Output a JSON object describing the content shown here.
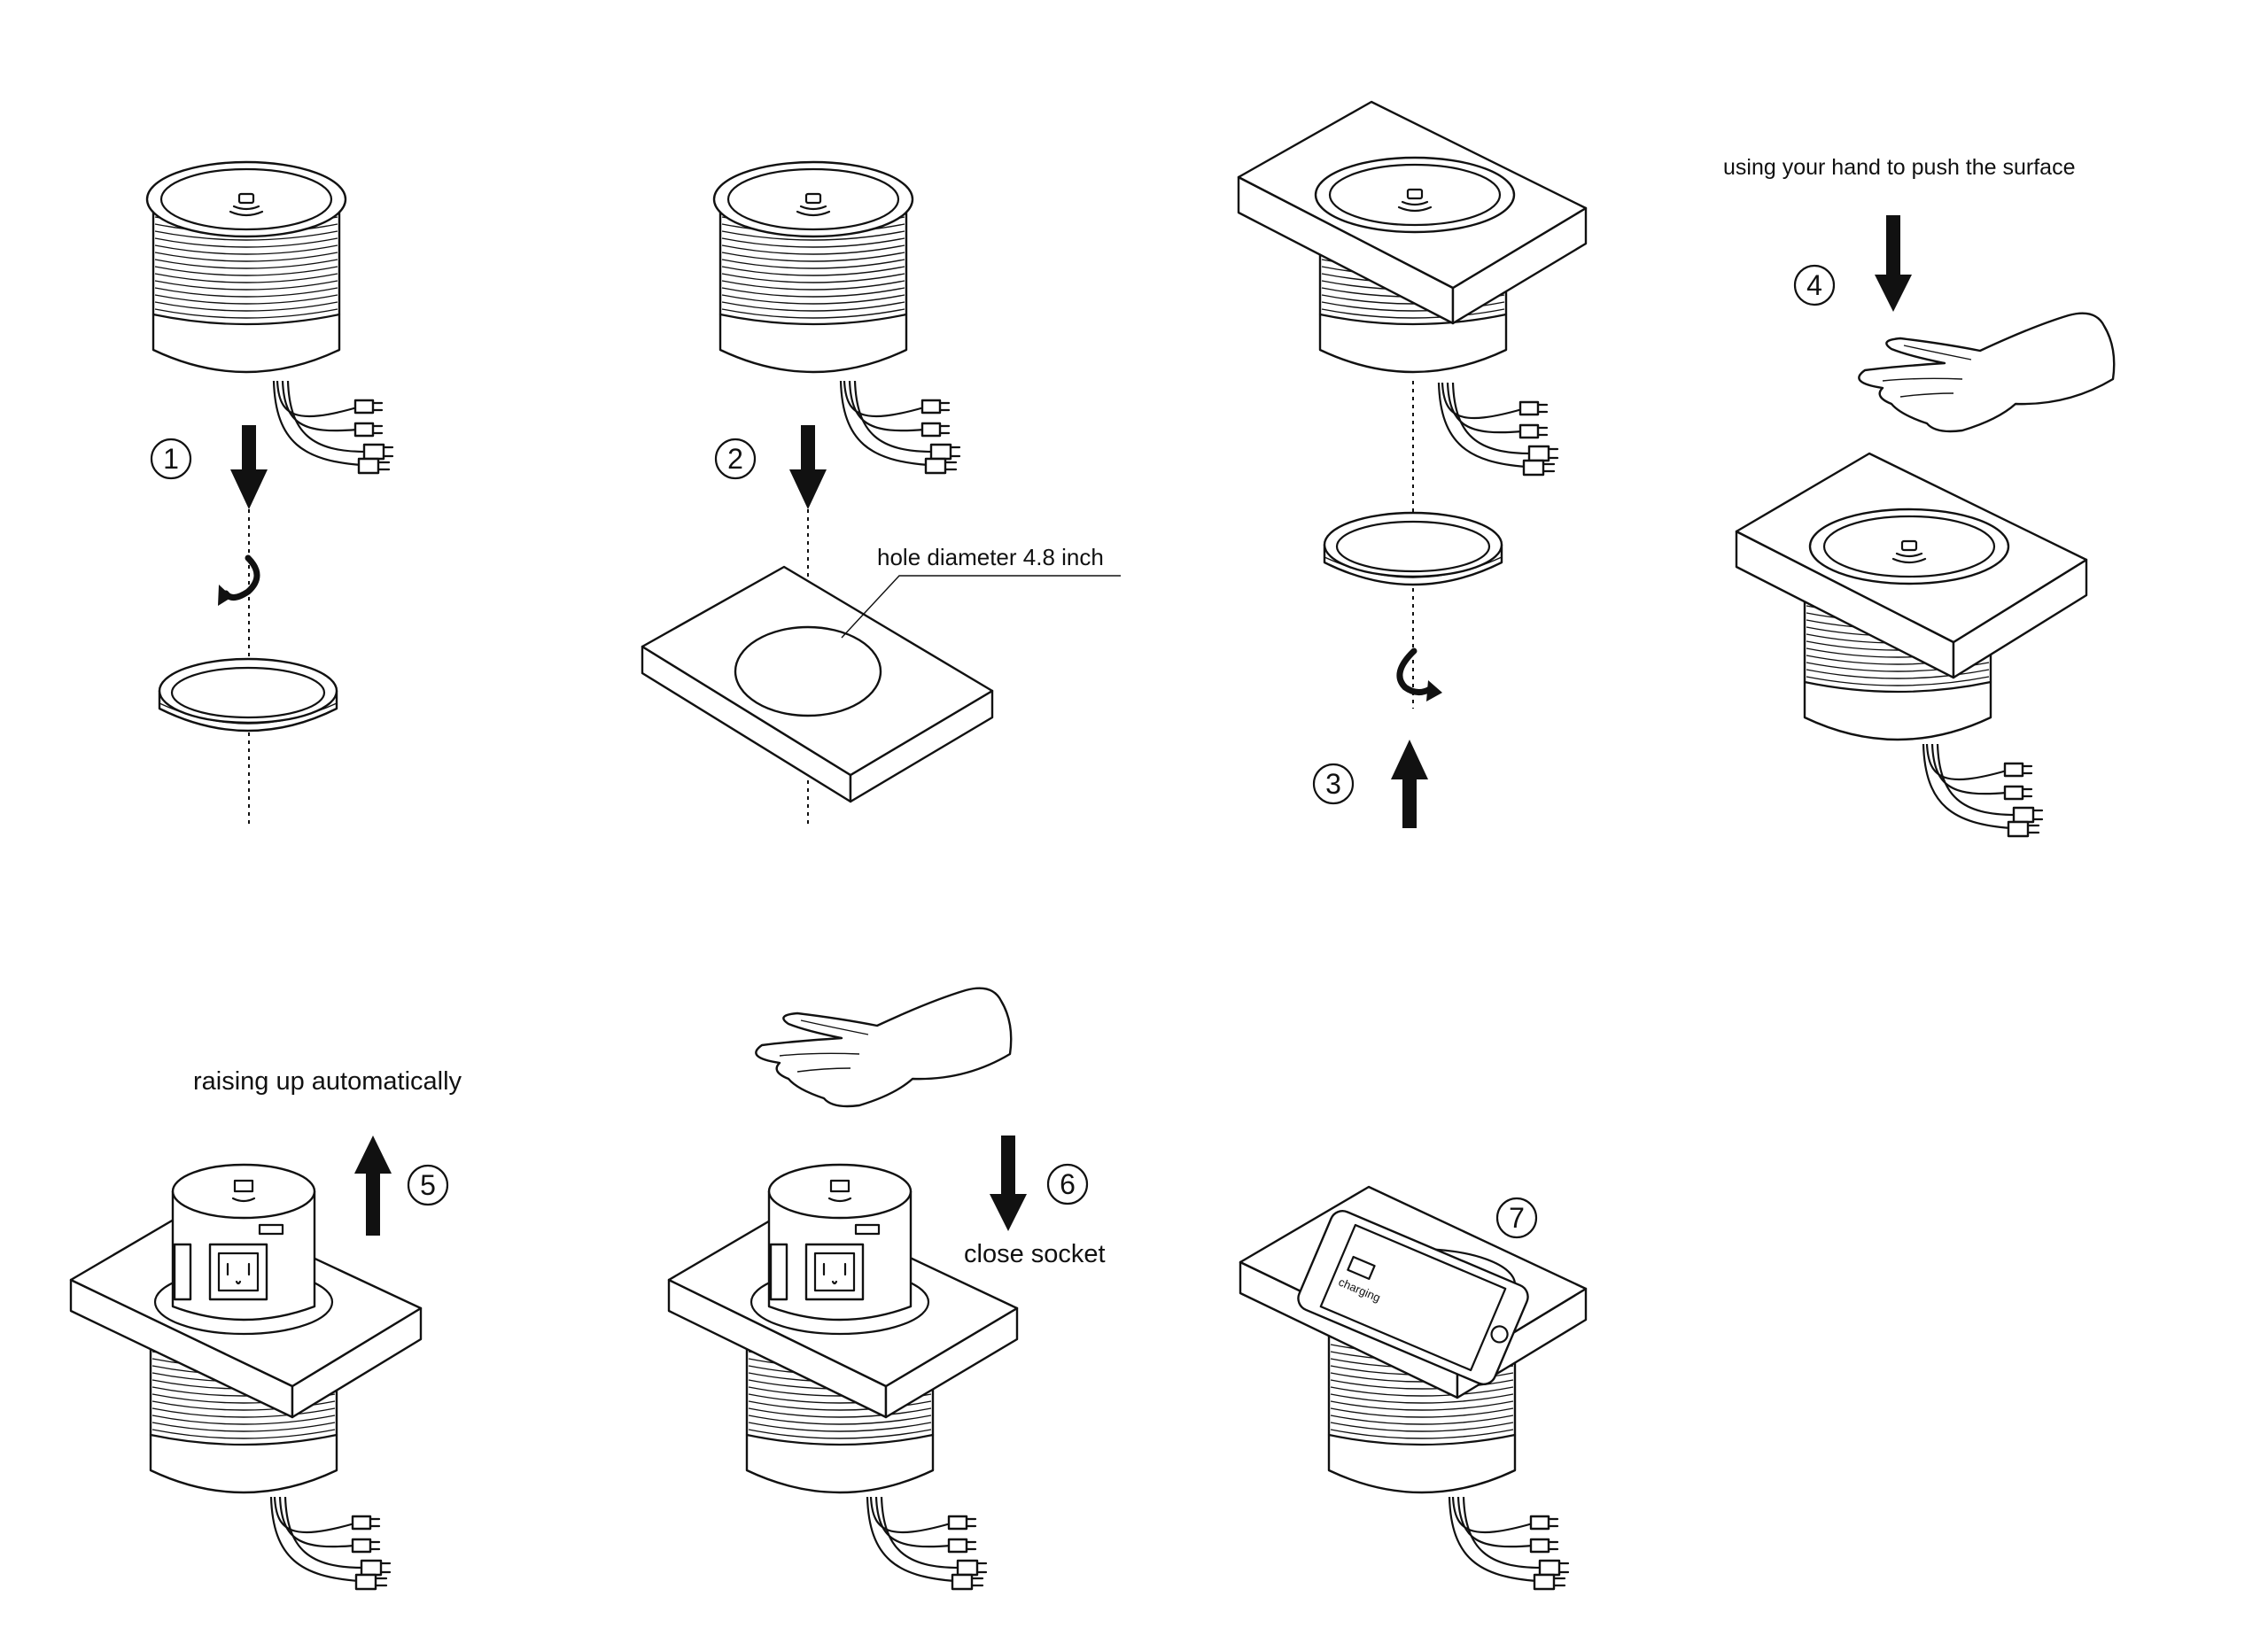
{
  "steps": [
    {
      "number": "1"
    },
    {
      "number": "2",
      "callout": "hole diameter 4.8 inch"
    },
    {
      "number": "3"
    },
    {
      "number": "4",
      "instruction": "using your hand to push the surface"
    },
    {
      "number": "5",
      "instruction": "raising up automatically"
    },
    {
      "number": "6",
      "instruction": "close socket"
    },
    {
      "number": "7",
      "phone_screen_text": "charging"
    }
  ]
}
